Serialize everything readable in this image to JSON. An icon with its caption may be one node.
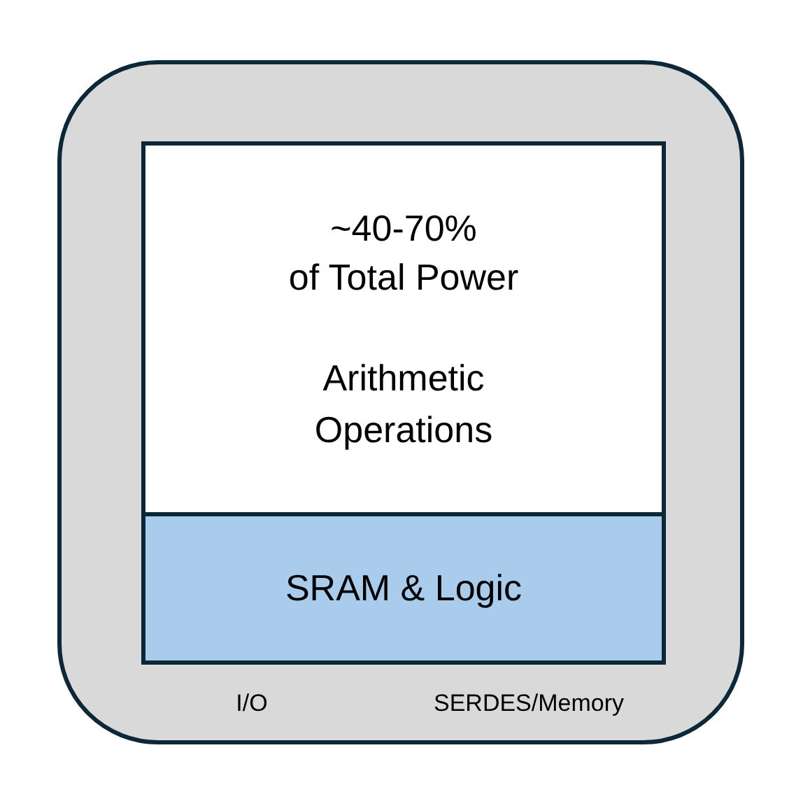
{
  "diagram": {
    "nodes": [
      {
        "text": [
          "I/O",
          "SERDES/Memory"
        ]
      },
      {
        "text": [
          "~40-70% of Total Power",
          "Arithmetic Operations"
        ],
        "in": 0
      },
      {
        "text": [
          "SRAM & Logic"
        ],
        "in": 0
      }
    ]
  }
}
